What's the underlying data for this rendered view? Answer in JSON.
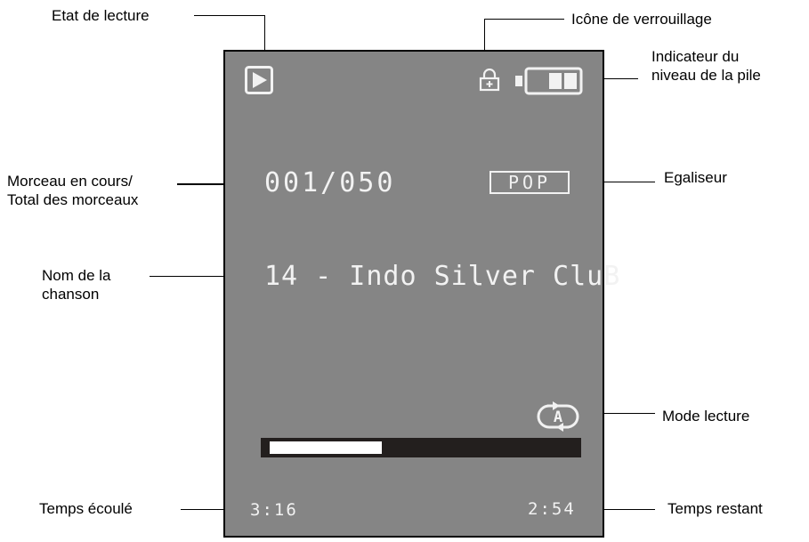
{
  "labels": {
    "play_state": "Etat de lecture",
    "lock_icon": "Icône de verrouillage",
    "battery_line1": "Indicateur du",
    "battery_line2": "niveau de la pile",
    "track_line1": "Morceau en cours/",
    "track_line2": "Total des morceaux",
    "equalizer": "Egaliseur",
    "song_line1": "Nom de la",
    "song_line2": "chanson",
    "play_mode": "Mode lecture",
    "elapsed": "Temps écoulé",
    "remaining": "Temps restant"
  },
  "screen": {
    "track_counter": "001/050",
    "equalizer_value": "POP",
    "song_name": "14 - Indo Silver CluB",
    "mode_letter": "A",
    "progress": 0.37,
    "time_elapsed": "3:16",
    "time_remaining": "2:54"
  },
  "icons": {
    "play": "play-icon",
    "lock": "lock-icon",
    "battery": "battery-icon",
    "repeat_mode": "repeat-mode-icon"
  },
  "colors": {
    "screen_bg": "#858585",
    "lcd_fg": "#f2f2f2",
    "progress_track": "#231f1e",
    "progress_fill": "#ffffff"
  }
}
